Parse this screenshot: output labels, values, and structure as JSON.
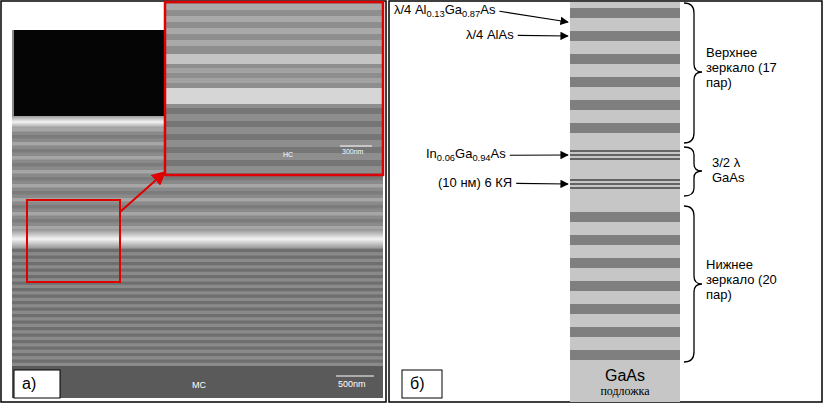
{
  "diagram": {
    "nodes": [
      {
        "text": [
          "GaAs",
          "подложка"
        ]
      }
    ],
    "labels": [
      "а)",
      "HC",
      "300nm",
      "MC",
      "500nm",
      "λ/4 Al0.13Ga0.87As",
      "λ/4 AlAs",
      "In0.06Ga0.94As",
      "(10 нм) 6 КЯ",
      "Верхнее зеркало (17 пар)",
      "3/2 λ GaAs",
      "Нижнее зеркало (20 пар)",
      "б)"
    ]
  }
}
